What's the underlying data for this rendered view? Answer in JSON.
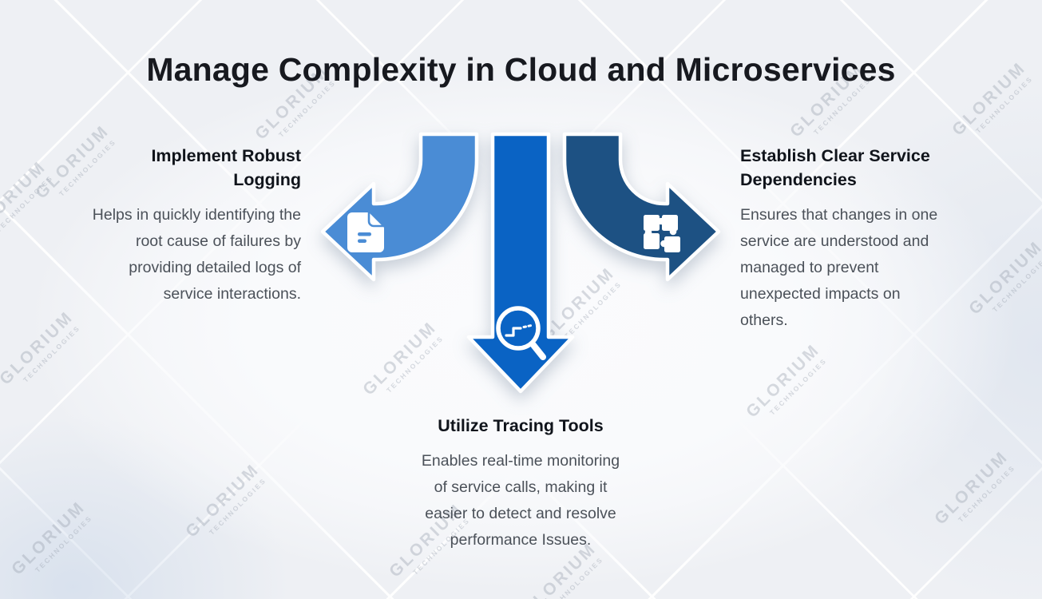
{
  "title": "Manage Complexity in Cloud and Microservices",
  "watermark": {
    "line1": "GLORIUM",
    "line2": "TECHNOLOGIES"
  },
  "colors": {
    "left_arrow": "#4a8cd5",
    "center_arrow": "#0a63c4",
    "right_arrow": "#1d5183",
    "icon": "#ffffff"
  },
  "sections": {
    "left": {
      "icon": "document-icon",
      "heading": "Implement Robust\nLogging",
      "body": "Helps in quickly identifying the\nroot cause of failures by\nproviding detailed logs of\nservice interactions."
    },
    "center": {
      "icon": "trace-magnifier-icon",
      "heading": "Utilize Tracing Tools",
      "body": "Enables real-time monitoring\nof service calls, making it\neasier to detect and resolve\nperformance Issues."
    },
    "right": {
      "icon": "puzzle-icon",
      "heading": "Establish Clear Service\nDependencies",
      "body": "Ensures that changes in one\nservice are understood and\nmanaged to prevent\nunexpected impacts on\nothers."
    }
  }
}
